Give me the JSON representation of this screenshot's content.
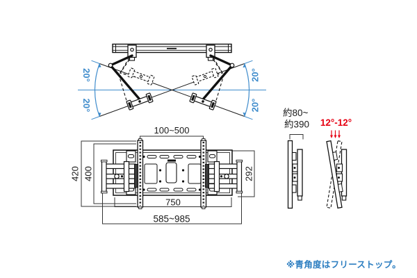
{
  "diagram": {
    "top_view": {
      "label_left_upper": "20°",
      "label_left_lower": "20°",
      "label_right_upper": "20°",
      "label_right_lower": "20°"
    },
    "front_view": {
      "rail_spacing_range": "100~500",
      "rail_height_outer": "420",
      "rail_height_inner": "400",
      "bracket_height": "292",
      "plate_width": "750",
      "overall_width_range": "585~985"
    },
    "side_view": {
      "depth_range_line1": "約80~",
      "depth_range_line2": "約390",
      "tilt_range": "12°-12°"
    },
    "footnote": "※青角度はフリーストップ。"
  },
  "colors": {
    "blue": "#3f8ccc",
    "red": "#e60012",
    "ink": "#1a1a1a",
    "note_blue": "#2b7dc0"
  }
}
